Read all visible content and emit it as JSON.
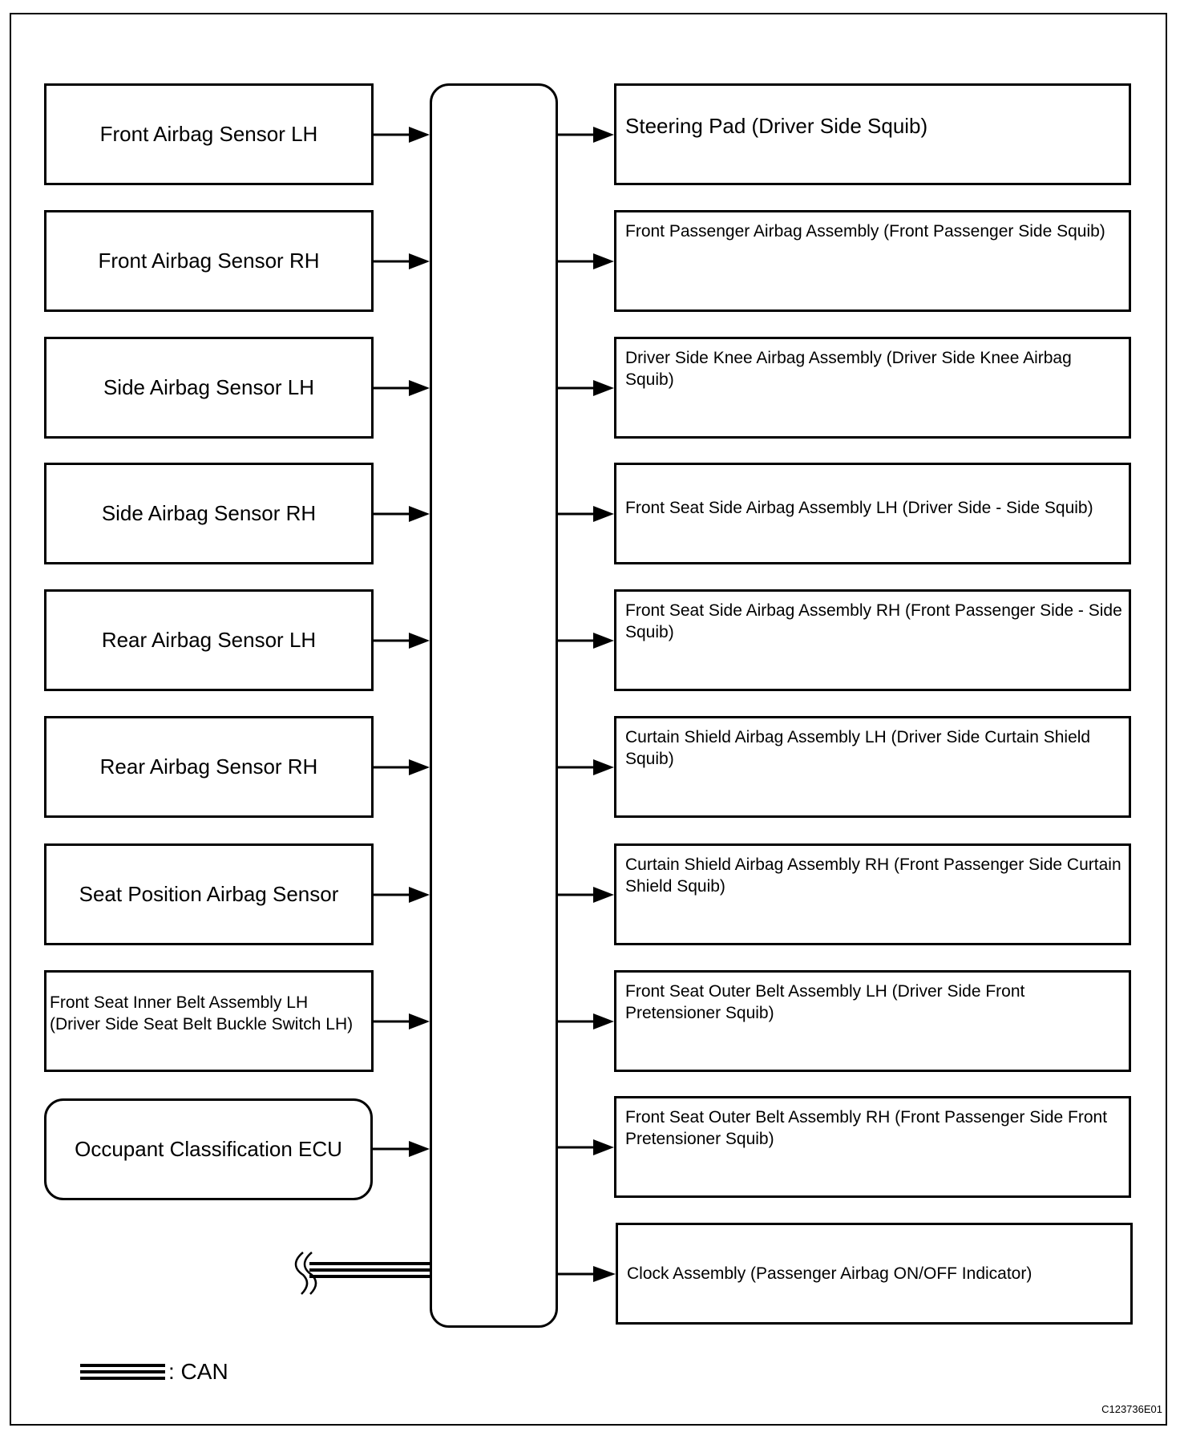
{
  "inputs": [
    {
      "label": "Front Airbag Sensor LH"
    },
    {
      "label": "Front Airbag Sensor RH"
    },
    {
      "label": "Side Airbag Sensor LH"
    },
    {
      "label": "Side Airbag Sensor RH"
    },
    {
      "label": "Rear Airbag Sensor LH"
    },
    {
      "label": "Rear Airbag Sensor RH"
    },
    {
      "label": "Seat Position Airbag Sensor"
    },
    {
      "label_line1": "Front Seat Inner Belt Assembly LH",
      "label_line2": "(Driver Side Seat Belt Buckle Switch LH)"
    },
    {
      "label": "Occupant Classification ECU"
    }
  ],
  "outputs": [
    {
      "label": "Steering Pad (Driver Side Squib)"
    },
    {
      "label": "Front Passenger Airbag Assembly (Front Passenger Side Squib)"
    },
    {
      "label": "Driver Side Knee Airbag Assembly (Driver Side Knee Airbag Squib)"
    },
    {
      "label": "Front Seat Side Airbag Assembly LH (Driver Side - Side Squib)"
    },
    {
      "label": "Front Seat Side Airbag Assembly RH (Front Passenger Side - Side Squib)"
    },
    {
      "label": "Curtain Shield Airbag Assembly LH (Driver Side Curtain Shield Squib)"
    },
    {
      "label": "Curtain Shield Airbag Assembly RH (Front Passenger Side Curtain Shield Squib)"
    },
    {
      "label": "Front Seat Outer Belt Assembly LH (Driver Side Front Pretensioner Squib)"
    },
    {
      "label": "Front Seat Outer Belt Assembly RH (Front Passenger Side Front Pretensioner Squib)"
    },
    {
      "label": "Clock Assembly (Passenger Airbag ON/OFF Indicator)"
    }
  ],
  "legend": {
    "label": ": CAN"
  },
  "figure_code": "C123736E01"
}
